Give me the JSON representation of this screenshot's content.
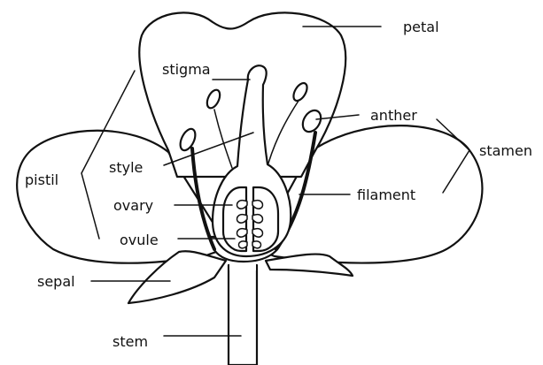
{
  "labels": {
    "petal": "petal",
    "stigma": "stigma",
    "anther": "anther",
    "stamen": "stamen",
    "pistil": "pistil",
    "style": "style",
    "filament": "filament",
    "ovary": "ovary",
    "ovule": "ovule",
    "sepal": "sepal",
    "stem": "stem"
  },
  "colors": {
    "ink": "#111111",
    "background": "#ffffff"
  }
}
